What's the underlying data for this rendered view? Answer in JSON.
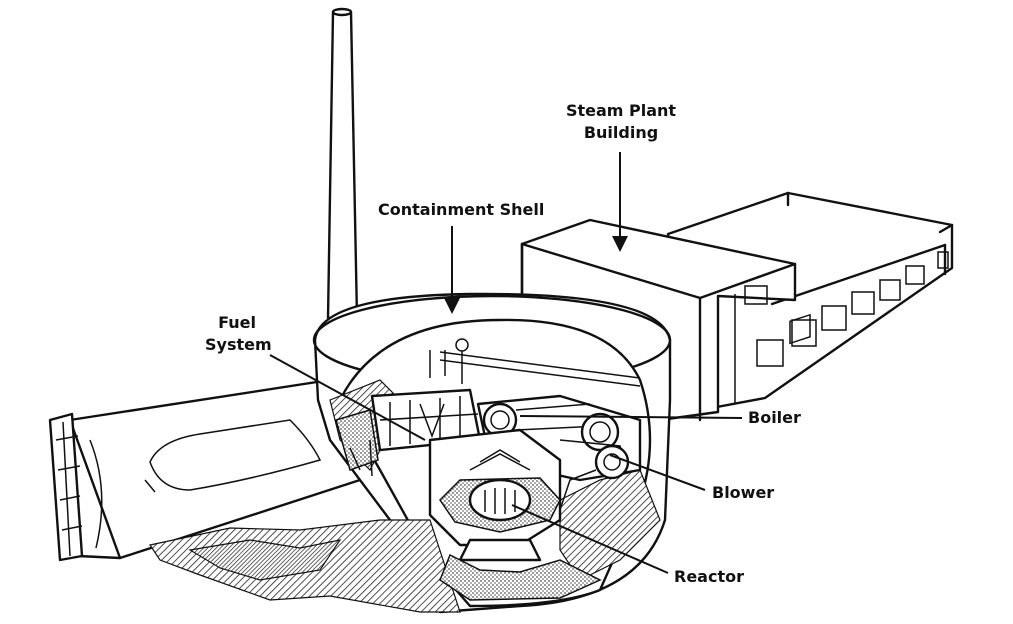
{
  "labels": {
    "steam_plant": [
      "Steam Plant",
      "Building"
    ],
    "containment_shell": "Containment Shell",
    "fuel_system": [
      "Fuel",
      "System"
    ],
    "boiler": "Boiler",
    "blower": "Blower",
    "reactor": "Reactor"
  },
  "colors": {
    "line": "#111111",
    "background": "#ffffff"
  }
}
